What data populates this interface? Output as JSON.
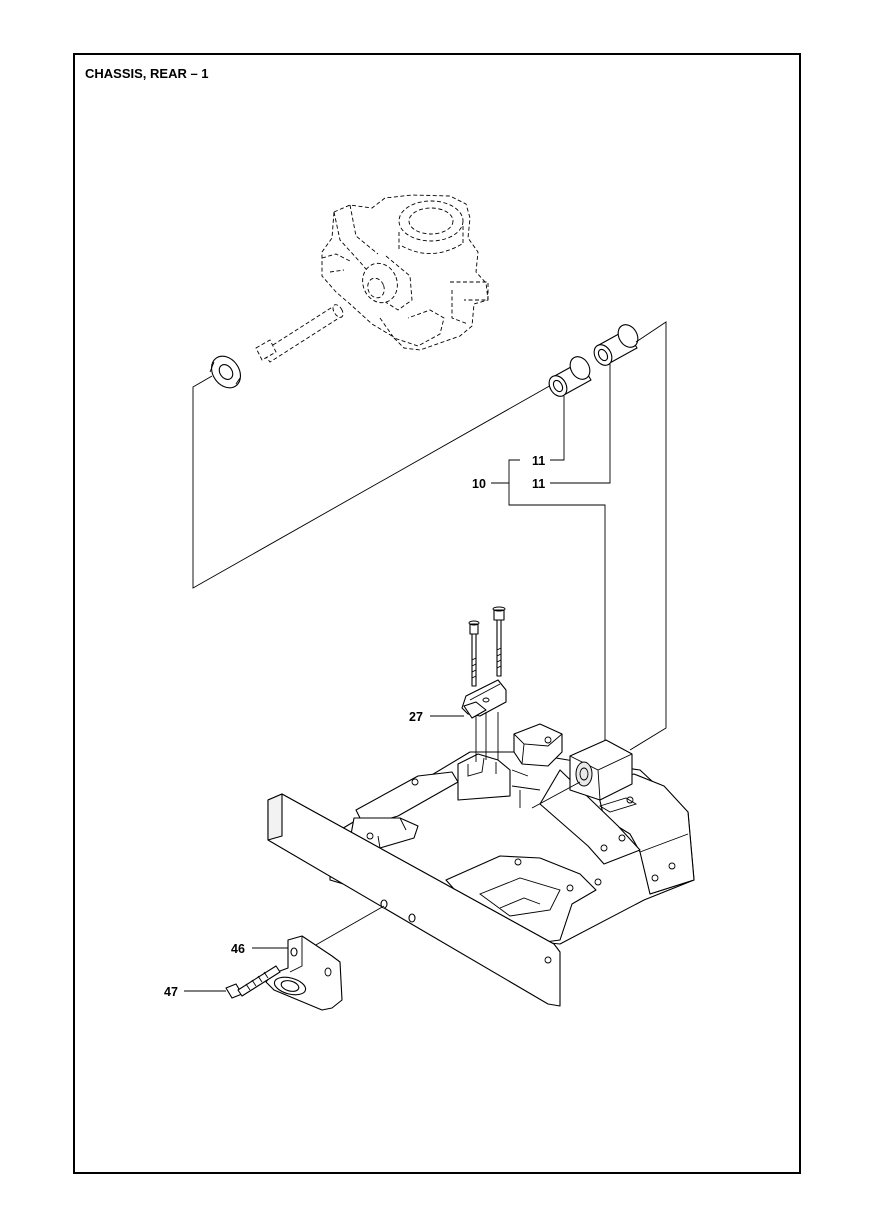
{
  "title": "CHASSIS, REAR – 1",
  "callouts": {
    "c11a": "11",
    "c10": "10",
    "c11b": "11",
    "c27": "27",
    "c46": "46",
    "c47": "47"
  }
}
